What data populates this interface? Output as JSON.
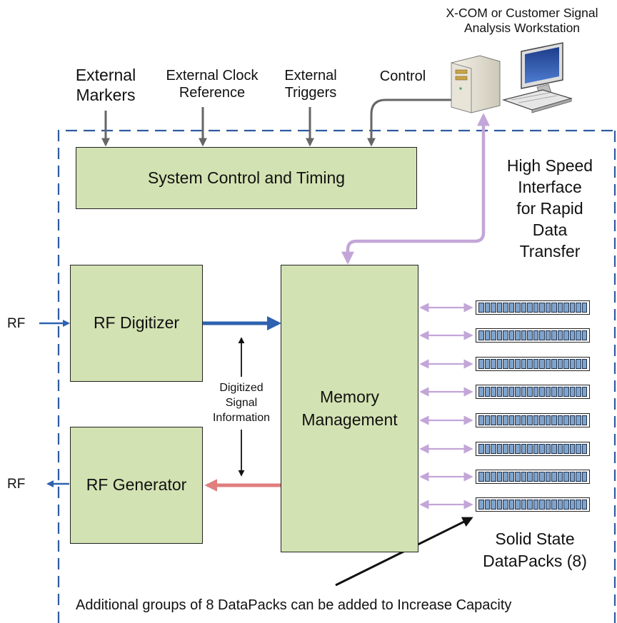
{
  "labels": {
    "workstation_line1": "X-COM or Customer Signal",
    "workstation_line2": "Analysis Workstation",
    "ext_markers_line1": "External",
    "ext_markers_line2": "Markers",
    "ext_clock_line1": "External Clock",
    "ext_clock_line2": "Reference",
    "ext_triggers_line1": "External",
    "ext_triggers_line2": "Triggers",
    "control": "Control",
    "hs_line1": "High Speed",
    "hs_line2": "Interface",
    "hs_line3": "for Rapid",
    "hs_line4": "Data",
    "hs_line5": "Transfer",
    "rf_in": "RF",
    "rf_out": "RF",
    "digitized_line1": "Digitized",
    "digitized_line2": "Signal",
    "digitized_line3": "Information",
    "ssd_line1": "Solid State",
    "ssd_line2": "DataPacks (8)",
    "footer": "Additional groups of 8 DataPacks can be added to Increase Capacity"
  },
  "blocks": {
    "system_control": "System Control and Timing",
    "rf_digitizer": "RF Digitizer",
    "rf_generator": "RF Generator",
    "memory_line1": "Memory",
    "memory_line2": "Management"
  },
  "colors": {
    "block_fill": "#d3e2b2",
    "dashed_border": "#2f5aa0",
    "digitizer_arrow": "#2e62b0",
    "generator_arrow": "#e07e7e",
    "interface_arrow": "#c3a6d8",
    "control_arrow": "#666666",
    "datapack_cell": "#7fa3cc"
  },
  "icons": [
    "computer-tower-icon",
    "monitor-icon",
    "keyboard-icon"
  ]
}
